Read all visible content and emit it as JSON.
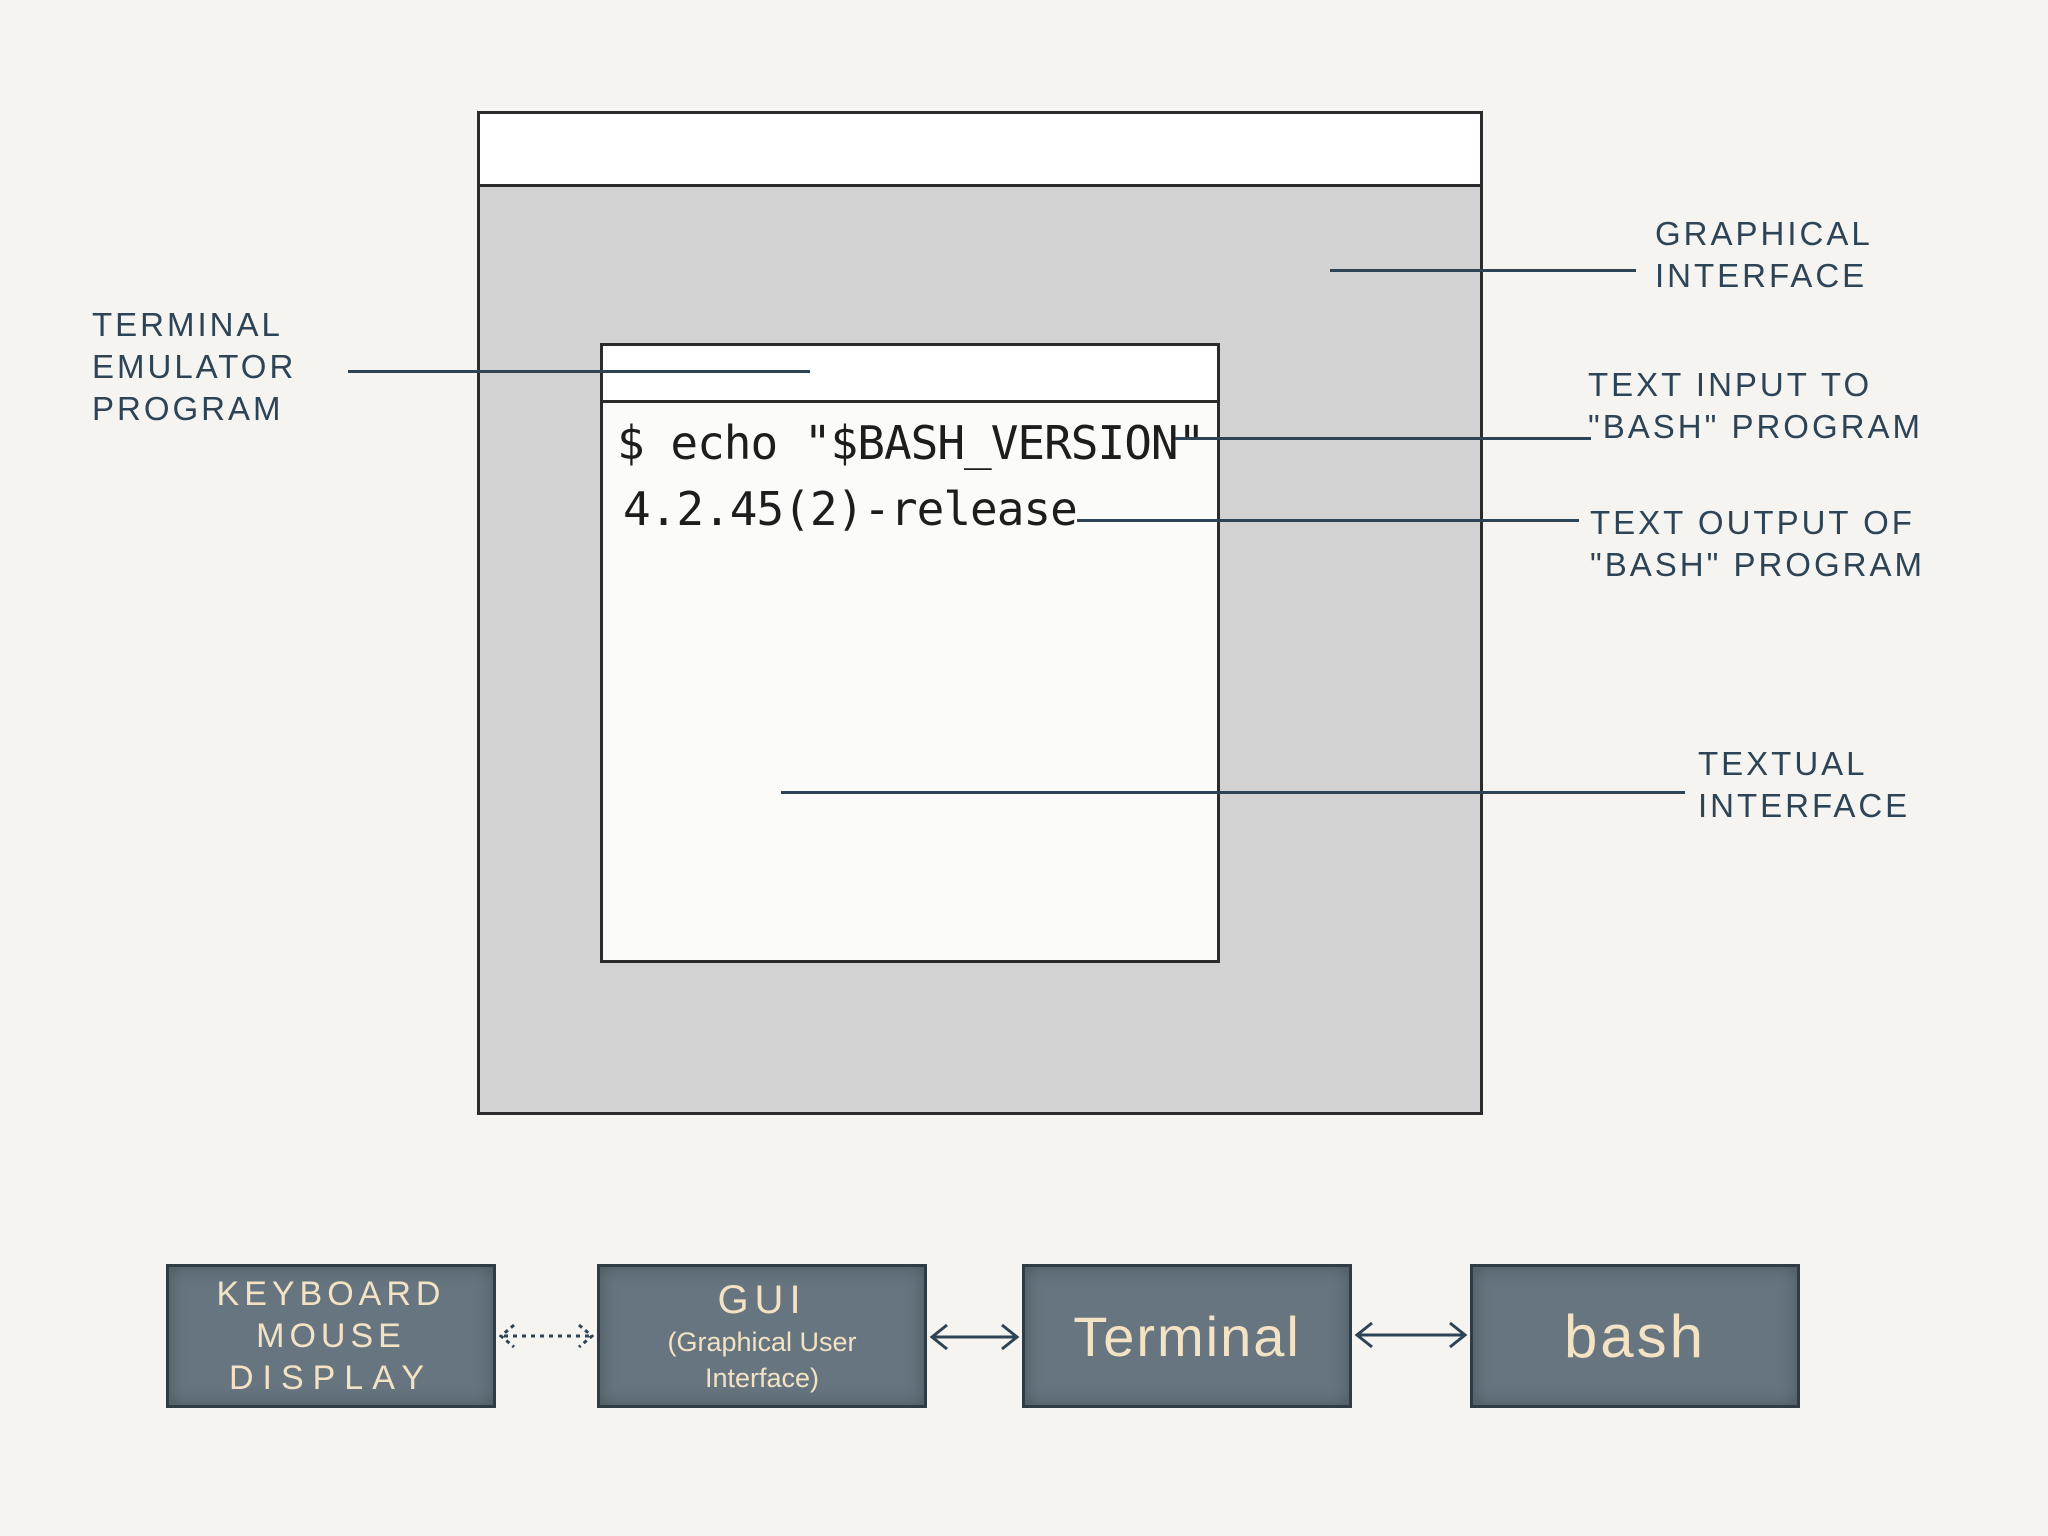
{
  "diagram": {
    "terminal_input": "$ echo \"$BASH_VERSION\"",
    "terminal_output": "4.2.45(2)-release",
    "labels": {
      "graphical_interface": "GRAPHICAL\nINTERFACE",
      "terminal_emulator": "TERMINAL\nEMULATOR\nPROGRAM",
      "text_input": "TEXT INPUT TO\n\"BASH\" PROGRAM",
      "text_output": "TEXT OUTPUT OF\n\"BASH\" PROGRAM",
      "textual_interface": "TEXTUAL\nINTERFACE"
    },
    "flow": {
      "devices": [
        "KEYBOARD",
        "MOUSE",
        "DISPLAY"
      ],
      "gui_title": "GUI",
      "gui_subtitle_1": "(Graphical User",
      "gui_subtitle_2": "Interface)",
      "terminal": "Terminal",
      "bash": "bash"
    },
    "colors": {
      "label_ink": "#2d4356",
      "box_fill": "#66757f",
      "box_text": "#f3e2c4",
      "gui_fill": "#d2d2d2"
    }
  }
}
